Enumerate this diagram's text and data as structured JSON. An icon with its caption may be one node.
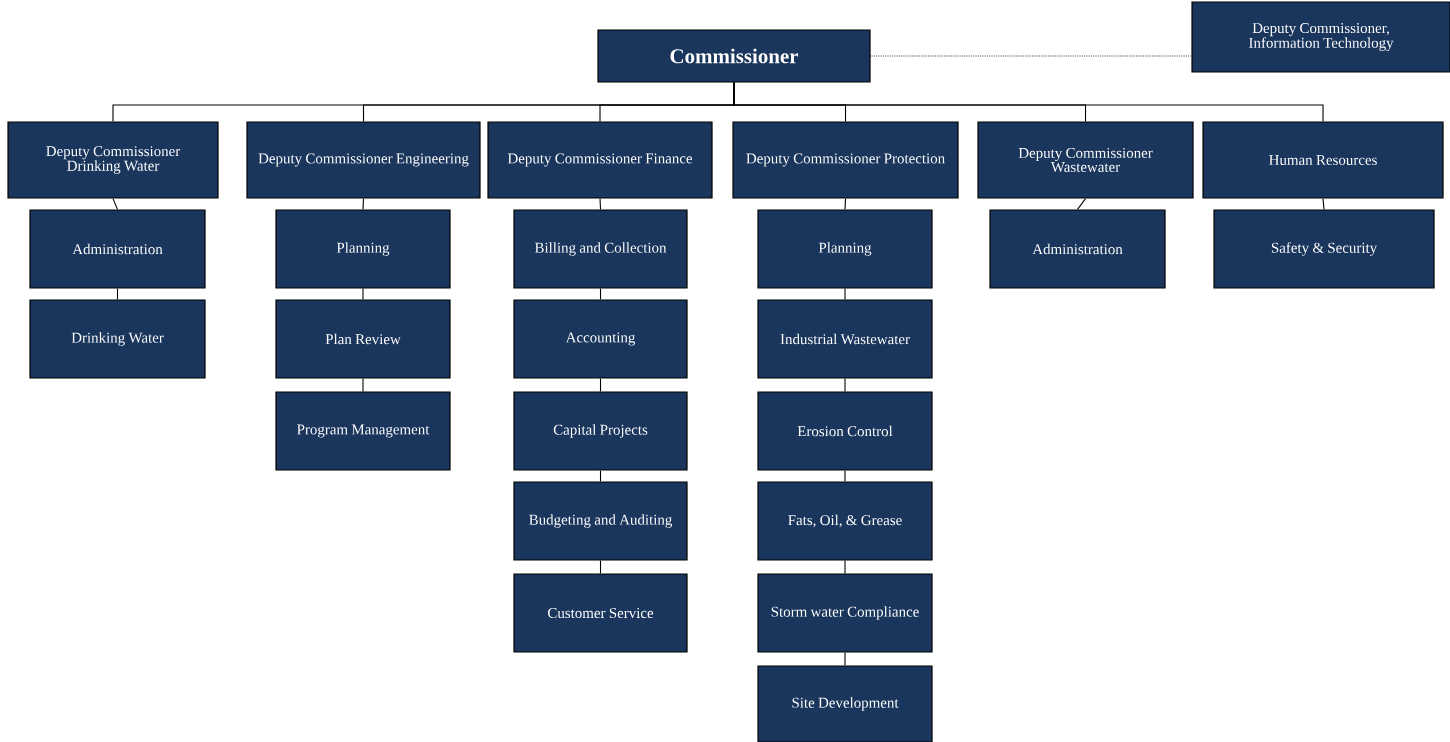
{
  "diagram": {
    "nodes": [
      {
        "text": [
          "Commissioner"
        ]
      },
      {
        "text": [
          "Deputy Commissioner, Information Technology"
        ]
      },
      {
        "text": [
          "Deputy Commissioner Drinking Water"
        ]
      },
      {
        "text": [
          "Deputy Commissioner Engineering"
        ]
      },
      {
        "text": [
          "Deputy Commissioner Finance"
        ]
      },
      {
        "text": [
          "Deputy Commissioner Protection"
        ]
      },
      {
        "text": [
          "Deputy Commissioner Wastewater"
        ]
      },
      {
        "text": [
          "Human Resources"
        ]
      },
      {
        "text": [
          "Administration"
        ]
      },
      {
        "text": [
          "Drinking Water"
        ]
      },
      {
        "text": [
          "Planning"
        ]
      },
      {
        "text": [
          "Plan Review"
        ]
      },
      {
        "text": [
          "Program Management"
        ]
      },
      {
        "text": [
          "Billing and Collection"
        ]
      },
      {
        "text": [
          "Accounting"
        ]
      },
      {
        "text": [
          "Capital Projects"
        ]
      },
      {
        "text": [
          "Budgeting and Auditing"
        ]
      },
      {
        "text": [
          "Customer Service"
        ]
      },
      {
        "text": [
          "Planning"
        ]
      },
      {
        "text": [
          "Industrial Wastewater"
        ]
      },
      {
        "text": [
          "Erosion Control"
        ]
      },
      {
        "text": [
          "Fats, Oil, & Grease"
        ]
      },
      {
        "text": [
          "Storm water Compliance"
        ]
      },
      {
        "text": [
          "Site Development"
        ]
      },
      {
        "text": [
          "Administration"
        ]
      },
      {
        "text": [
          "Safety & Security"
        ]
      }
    ],
    "edges": [
      {
        "from": 0,
        "to": 1,
        "arrow": "none",
        "style": "dashed"
      },
      {
        "from": 0,
        "to": 2,
        "arrow": "none"
      },
      {
        "from": 0,
        "to": 3,
        "arrow": "none"
      },
      {
        "from": 0,
        "to": 4,
        "arrow": "none"
      },
      {
        "from": 0,
        "to": 5,
        "arrow": "none"
      },
      {
        "from": 0,
        "to": 6,
        "arrow": "none"
      },
      {
        "from": 0,
        "to": 7,
        "arrow": "none"
      },
      {
        "from": 2,
        "to": 8,
        "arrow": "none"
      },
      {
        "from": 8,
        "to": 9,
        "arrow": "none"
      },
      {
        "from": 3,
        "to": 10,
        "arrow": "none"
      },
      {
        "from": 10,
        "to": 11,
        "arrow": "none"
      },
      {
        "from": 11,
        "to": 12,
        "arrow": "none"
      },
      {
        "from": 4,
        "to": 13,
        "arrow": "none"
      },
      {
        "from": 13,
        "to": 14,
        "arrow": "none"
      },
      {
        "from": 14,
        "to": 15,
        "arrow": "none"
      },
      {
        "from": 15,
        "to": 16,
        "arrow": "none"
      },
      {
        "from": 16,
        "to": 17,
        "arrow": "none"
      },
      {
        "from": 5,
        "to": 18,
        "arrow": "none"
      },
      {
        "from": 18,
        "to": 19,
        "arrow": "none"
      },
      {
        "from": 19,
        "to": 20,
        "arrow": "none"
      },
      {
        "from": 20,
        "to": 21,
        "arrow": "none"
      },
      {
        "from": 21,
        "to": 22,
        "arrow": "none"
      },
      {
        "from": 22,
        "to": 23,
        "arrow": "none"
      },
      {
        "from": 6,
        "to": 24,
        "arrow": "none"
      },
      {
        "from": 7,
        "to": 25,
        "arrow": "none"
      }
    ]
  }
}
